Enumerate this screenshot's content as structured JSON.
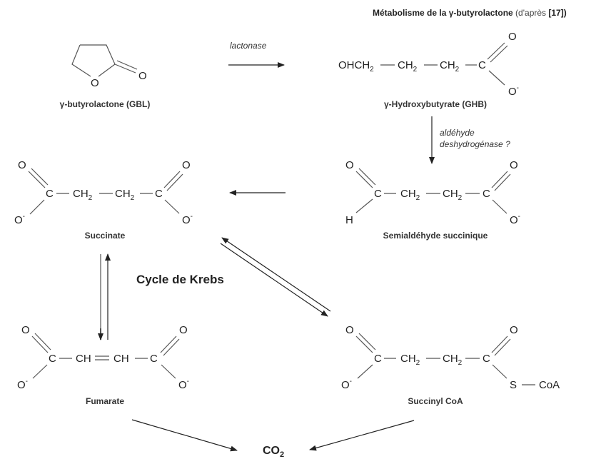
{
  "title": {
    "bold": "Métabolisme de la γ-butyrolactone",
    "normal": " (d'après ",
    "ref": "[17]",
    "close": ")"
  },
  "molecules": {
    "gbl": {
      "name": "γ-butyrolactone (GBL)",
      "ring_o": "O",
      "carbonyl_o": "O"
    },
    "ghb": {
      "name": "γ-Hydroxybutyrate (GHB)",
      "chain": [
        "OHCH",
        "CH",
        "CH",
        "C"
      ],
      "sub": "2",
      "o_top": "O",
      "o_bottom": "O",
      "charge": "-"
    },
    "semialdehyde": {
      "name": "Semialdéhyde succinique",
      "c": "C",
      "ch": "CH",
      "sub": "2",
      "o": "O",
      "h": "H",
      "charge": "-"
    },
    "succinate": {
      "name": "Succinate",
      "c": "C",
      "ch": "CH",
      "sub": "2",
      "o": "O",
      "charge": "-"
    },
    "fumarate": {
      "name": "Fumarate",
      "c": "C",
      "ch": "CH",
      "o": "O",
      "charge": "-"
    },
    "succinyl_coa": {
      "name": "Succinyl CoA",
      "c": "C",
      "ch": "CH",
      "sub": "2",
      "o": "O",
      "s": "S",
      "coa": "CoA",
      "charge": "-"
    }
  },
  "enzymes": {
    "lactonase": "lactonase",
    "aldehyde_line1": "aldéhyde",
    "aldehyde_line2": "deshydrogénase ?"
  },
  "cycle_label": "Cycle de Krebs",
  "product": {
    "main": "CO",
    "sub": "2"
  }
}
